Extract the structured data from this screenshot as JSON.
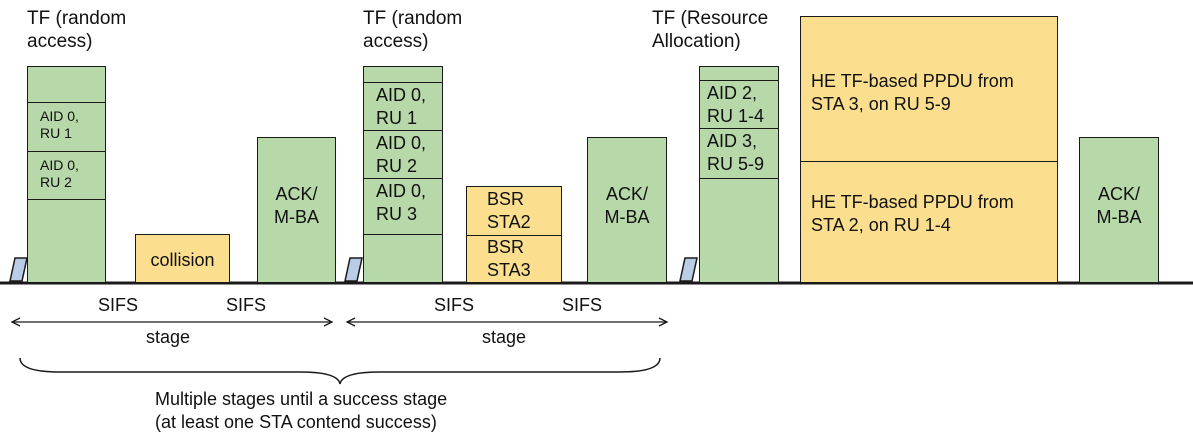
{
  "labels": {
    "tf1": "TF (random\naccess)",
    "tf2": "TF (random\naccess)",
    "tf3": "TF (Resource\nAllocation)",
    "sifs": [
      "SIFS",
      "SIFS",
      "SIFS",
      "SIFS"
    ],
    "stage": [
      "stage",
      "stage"
    ],
    "caption": "Multiple stages until a success stage\n(at least one STA contend success)"
  },
  "stage1": {
    "tf_rows": [
      "AID 0,\nRU 1",
      "AID 0,\nRU 2"
    ],
    "collision": "collision",
    "ack": "ACK/\nM-BA"
  },
  "stage2": {
    "tf_rows": [
      "AID 0,\nRU 1",
      "AID 0,\nRU 2",
      "AID 0,\nRU 3"
    ],
    "bsr": [
      "BSR\nSTA2",
      "BSR\nSTA3"
    ],
    "ack": "ACK/\nM-BA"
  },
  "stage3": {
    "tf_rows": [
      "AID 2,\nRU 1-4",
      "AID 3,\nRU 5-9"
    ],
    "ppdu_top": "HE TF-based PPDU from\nSTA 3, on RU 5-9",
    "ppdu_bottom": "HE TF-based PPDU from\nSTA 2, on RU 1-4",
    "ack": "ACK/\nM-BA"
  },
  "colors": {
    "tf": "#b7d8a9",
    "data": "#fbdf8f",
    "line": "#1a1a1a"
  }
}
